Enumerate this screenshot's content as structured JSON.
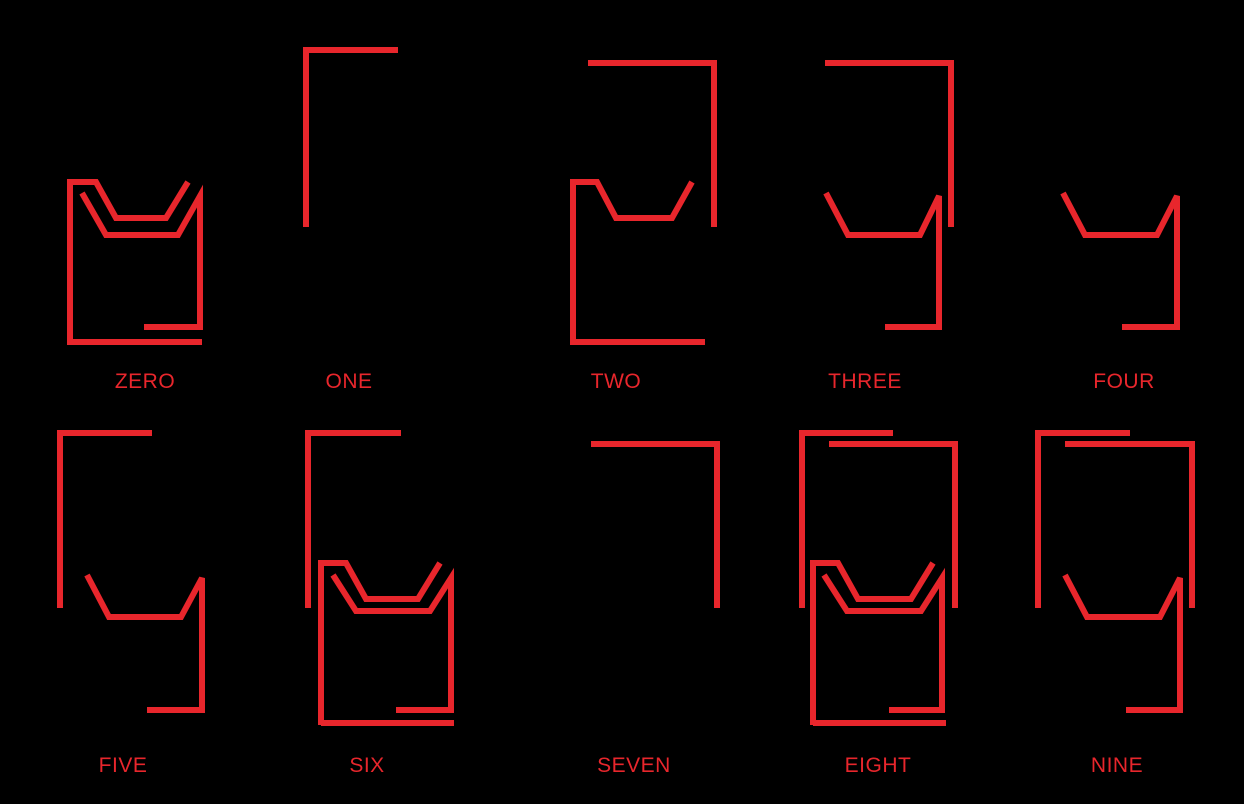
{
  "theme": {
    "background": "#000000",
    "stroke": "#E8262C",
    "label": "#E8262C"
  },
  "digits": [
    {
      "key": "zero",
      "label": "ZERO"
    },
    {
      "key": "one",
      "label": "ONE"
    },
    {
      "key": "two",
      "label": "TWO"
    },
    {
      "key": "three",
      "label": "THREE"
    },
    {
      "key": "four",
      "label": "FOUR"
    },
    {
      "key": "five",
      "label": "FIVE"
    },
    {
      "key": "six",
      "label": "SIX"
    },
    {
      "key": "seven",
      "label": "SEVEN"
    },
    {
      "key": "eight",
      "label": "EIGHT"
    },
    {
      "key": "nine",
      "label": "NINE"
    }
  ]
}
